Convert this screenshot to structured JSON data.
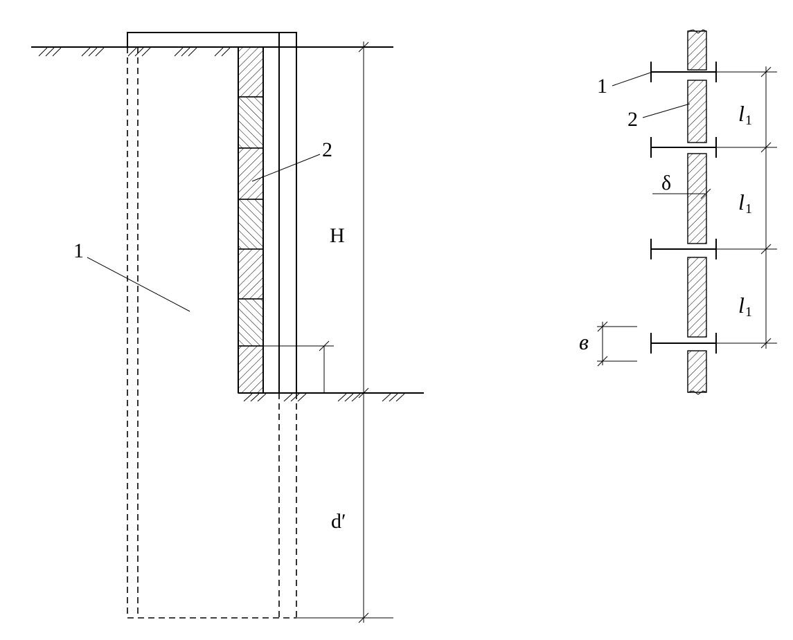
{
  "left_view": {
    "label_pile": "1",
    "label_lagging": "2",
    "dim_height": "H",
    "dim_embedment": "d′"
  },
  "right_view": {
    "label_pile": "1",
    "label_lagging": "2",
    "dim_spacing": "l",
    "dim_spacing_sub": "1",
    "dim_thickness": "δ",
    "dim_gap": "в"
  }
}
